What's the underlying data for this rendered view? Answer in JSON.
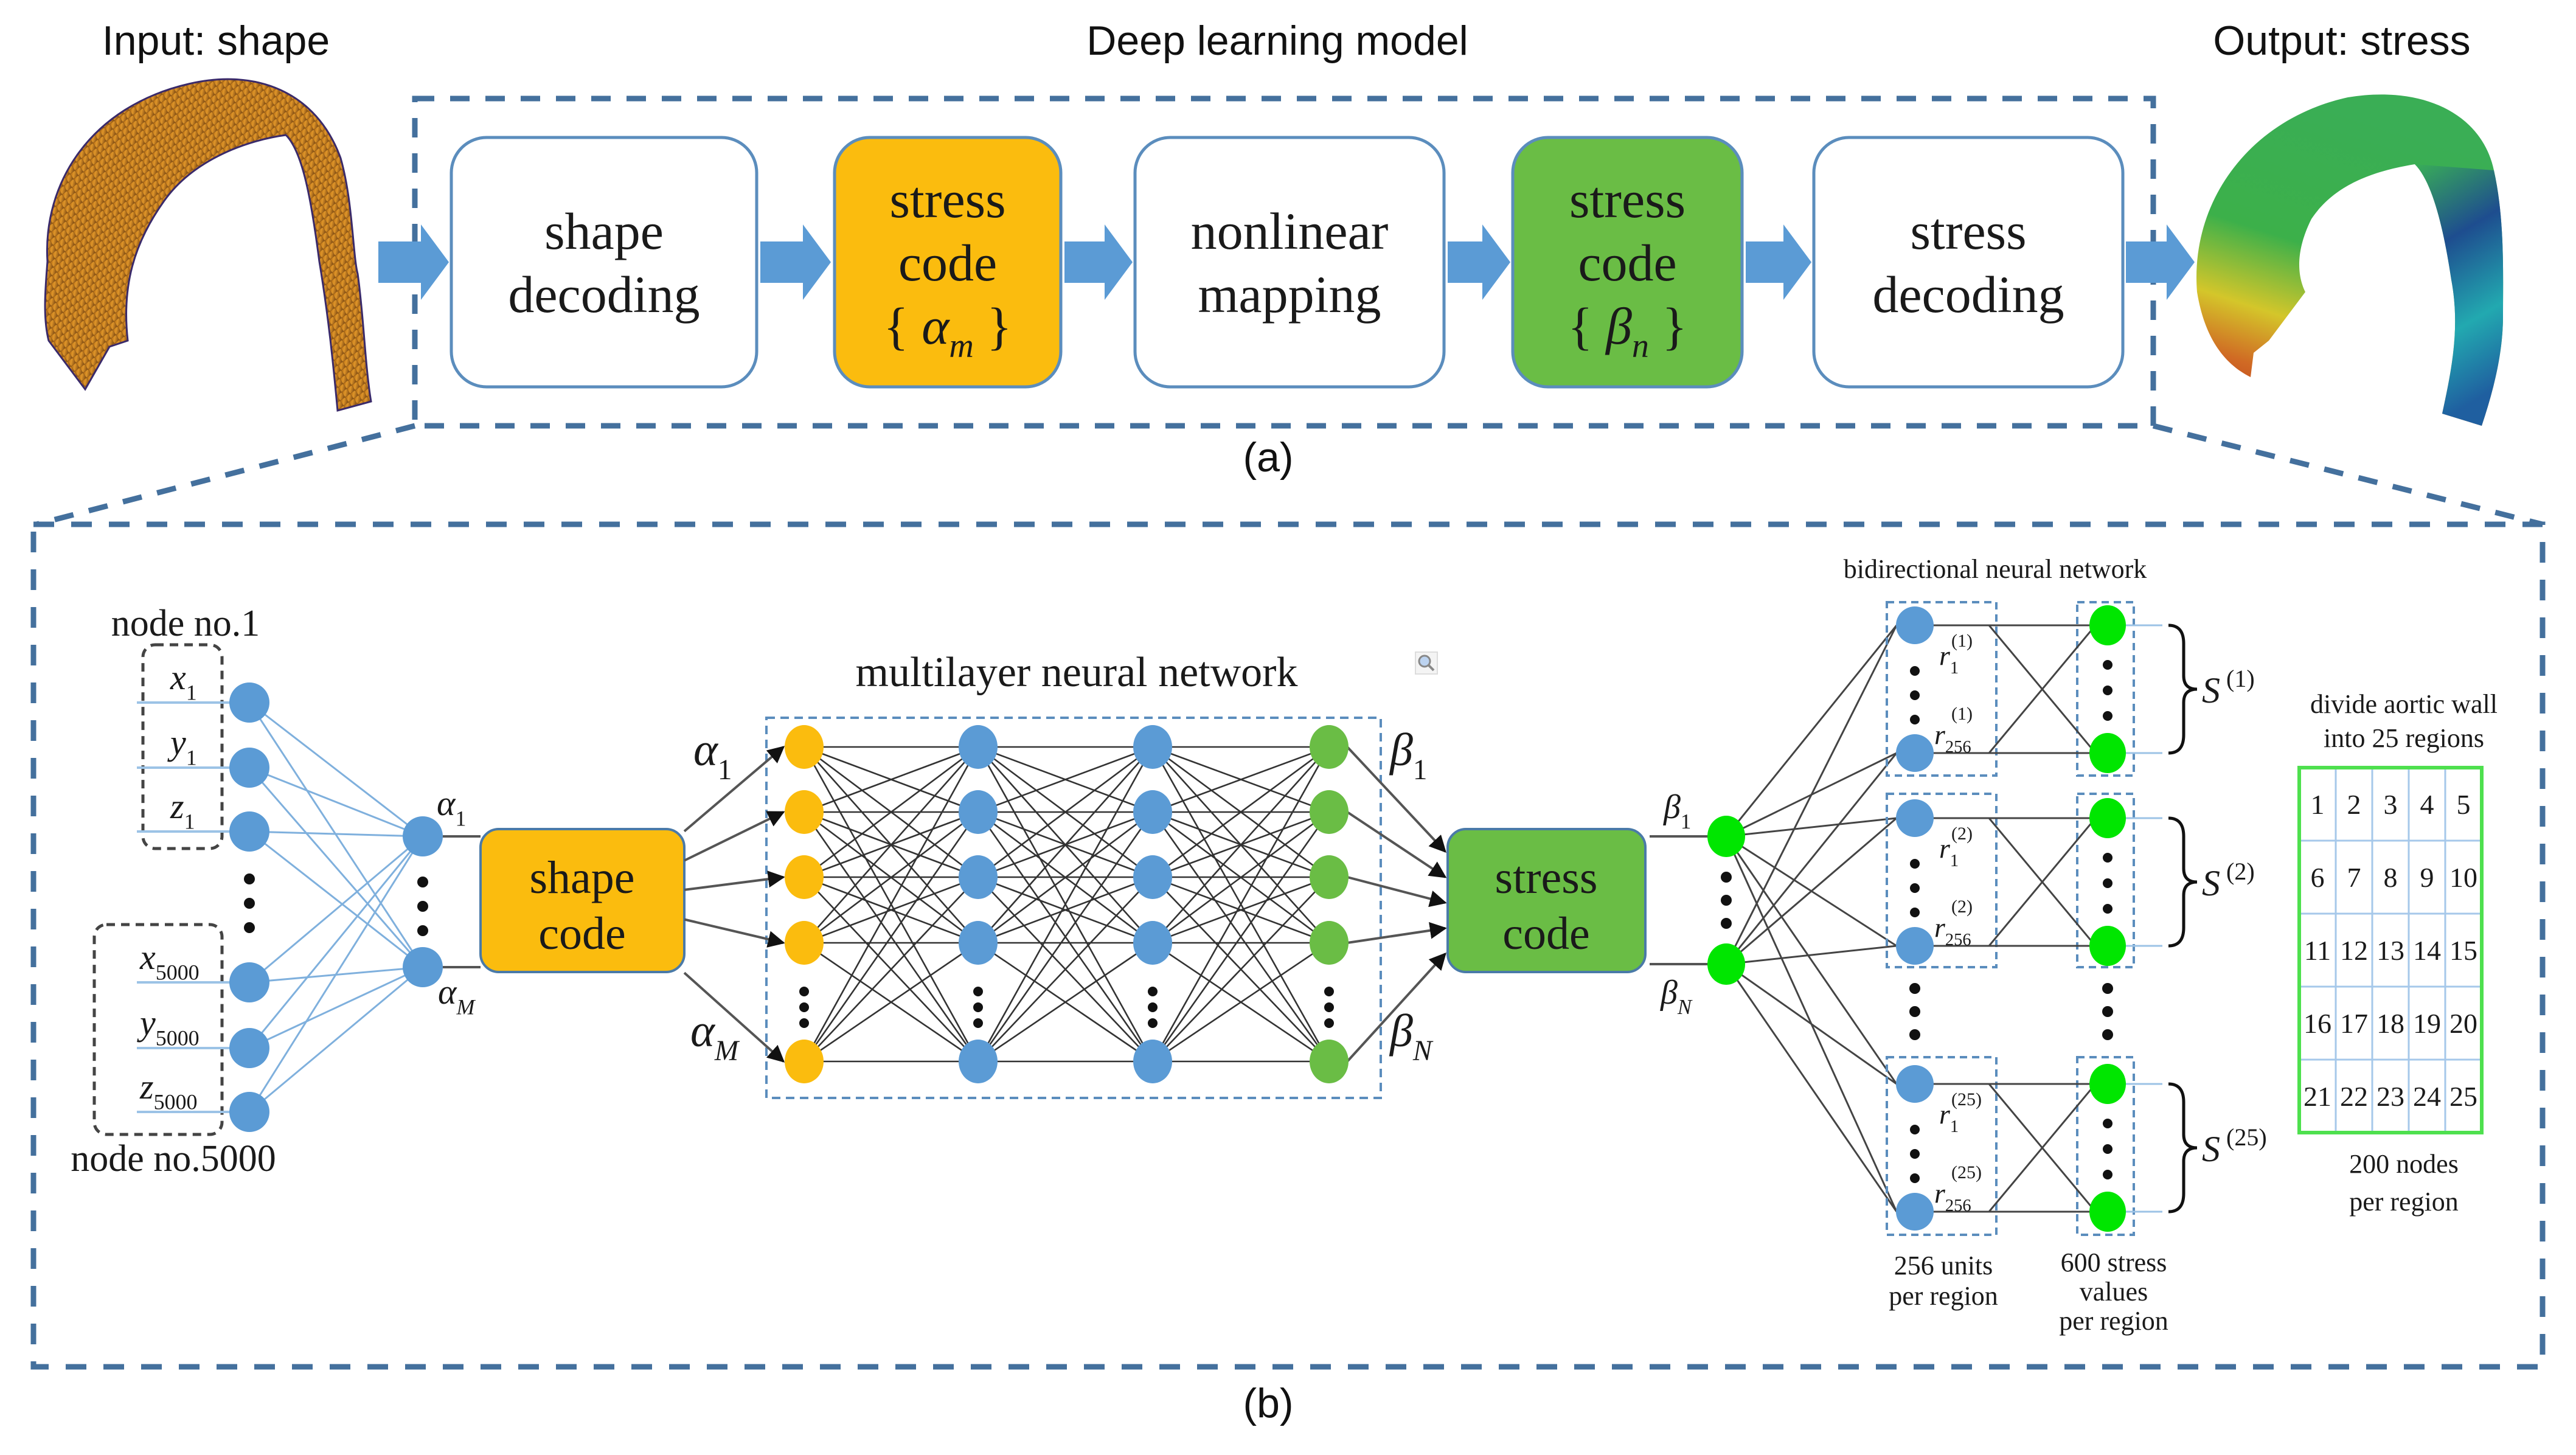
{
  "figure": {
    "panel_a_label": "(a)",
    "panel_b_label": "(b)"
  },
  "panel_a": {
    "input_title": "Input: shape",
    "model_title": "Deep learning model",
    "output_title": "Output: stress",
    "pipeline": [
      {
        "id": "shape-decoding",
        "lines": [
          "shape",
          "decoding"
        ],
        "fill": "#ffffff"
      },
      {
        "id": "stress-code-alpha",
        "lines": [
          "stress",
          "code",
          "{αm}"
        ],
        "math_symbol": "α",
        "math_sub": "m",
        "fill": "#fbbc0e"
      },
      {
        "id": "nonlinear-mapping",
        "lines": [
          "nonlinear",
          "mapping"
        ],
        "fill": "#ffffff"
      },
      {
        "id": "stress-code-beta",
        "lines": [
          "stress",
          "code",
          "{βn}"
        ],
        "math_symbol": "β",
        "math_sub": "n",
        "fill": "#6abd45"
      },
      {
        "id": "stress-decoding",
        "lines": [
          "stress",
          "decoding"
        ],
        "fill": "#ffffff"
      }
    ],
    "input_mesh_color": "#d98a1c",
    "output_stress_colormap": [
      "#b22218",
      "#d4c62a",
      "#3cb04a",
      "#22a99a",
      "#1f4b8f"
    ]
  },
  "panel_b": {
    "shape_encoder": {
      "node_first_label": "node no.1",
      "node_last_label": "node no.5000",
      "inputs_first": [
        {
          "var": "x",
          "sub": "1"
        },
        {
          "var": "y",
          "sub": "1"
        },
        {
          "var": "z",
          "sub": "1"
        }
      ],
      "inputs_last": [
        {
          "var": "x",
          "sub": "5000"
        },
        {
          "var": "y",
          "sub": "5000"
        },
        {
          "var": "z",
          "sub": "5000"
        }
      ],
      "code_first": {
        "var": "α",
        "sub": "1"
      },
      "code_last": {
        "var": "α",
        "sub": "M"
      },
      "code_box_lines": [
        "shape",
        "code"
      ]
    },
    "mlp": {
      "title": "multilayer neural network",
      "input_first": {
        "var": "α",
        "sub": "1"
      },
      "input_last": {
        "var": "α",
        "sub": "M"
      },
      "output_first": {
        "var": "β",
        "sub": "1"
      },
      "output_last": {
        "var": "β",
        "sub": "N"
      },
      "layer_colors": [
        "#fbbc0e",
        "#5b9bd5",
        "#5b9bd5",
        "#6abd45"
      ]
    },
    "stress_code": {
      "box_lines": [
        "stress",
        "code"
      ],
      "code_first": {
        "var": "β",
        "sub": "1"
      },
      "code_last": {
        "var": "β",
        "sub": "N"
      }
    },
    "bidirectional": {
      "title": "bidirectional neural network",
      "regions": [
        {
          "index": "1",
          "r_first": "r",
          "r_first_sub": "1",
          "r_last_sub": "256",
          "s_label": "S",
          "s_sup": "(1)"
        },
        {
          "index": "2",
          "r_first": "r",
          "r_first_sub": "1",
          "r_last_sub": "256",
          "s_label": "S",
          "s_sup": "(2)"
        },
        {
          "index": "25",
          "r_first": "r",
          "r_first_sub": "1",
          "r_last_sub": "256",
          "s_label": "S",
          "s_sup": "(25)"
        }
      ],
      "units_caption": [
        "256 units",
        "per region"
      ],
      "values_caption": [
        "600 stress",
        "values",
        "per region"
      ]
    },
    "regions_grid": {
      "title_lines": [
        "divide aortic wall",
        "into 25 regions"
      ],
      "cells": [
        [
          "1",
          "2",
          "3",
          "4",
          "5"
        ],
        [
          "6",
          "7",
          "8",
          "9",
          "10"
        ],
        [
          "11",
          "12",
          "13",
          "14",
          "15"
        ],
        [
          "16",
          "17",
          "18",
          "19",
          "20"
        ],
        [
          "21",
          "22",
          "23",
          "24",
          "25"
        ]
      ],
      "caption_lines": [
        "200 nodes",
        "per region"
      ],
      "border_color": "#4ee04e"
    }
  },
  "colors": {
    "dash_blue": "#44709d",
    "node_blue": "#5b9bd5",
    "node_green": "#00e600",
    "orange": "#fbbc0e",
    "green_box": "#6abd45",
    "arrow_blue": "#5b9bd5"
  }
}
